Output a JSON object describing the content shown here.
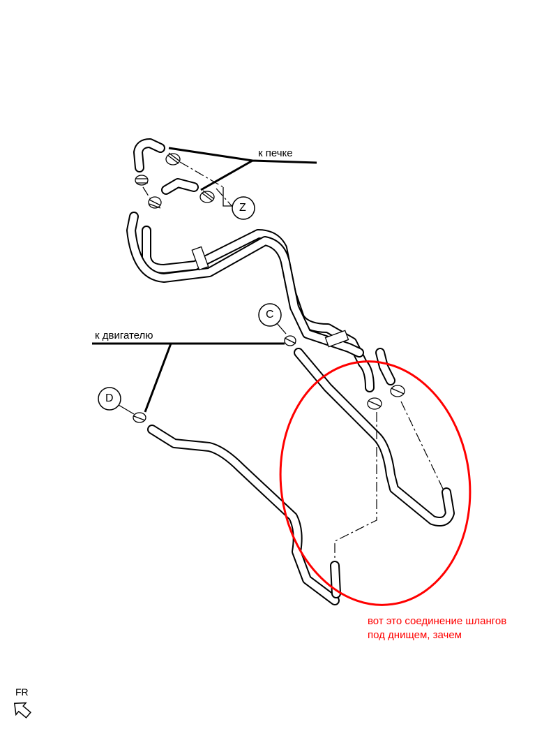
{
  "labels": {
    "to_heater": "к печке",
    "to_engine": "к двигателю",
    "callout_z": "Z",
    "callout_c": "C",
    "callout_d": "D",
    "front_marker": "FR"
  },
  "annotation": {
    "line1": "вот это соединение шлангов",
    "line2": "под днищем, зачем",
    "color": "#ff0000"
  }
}
